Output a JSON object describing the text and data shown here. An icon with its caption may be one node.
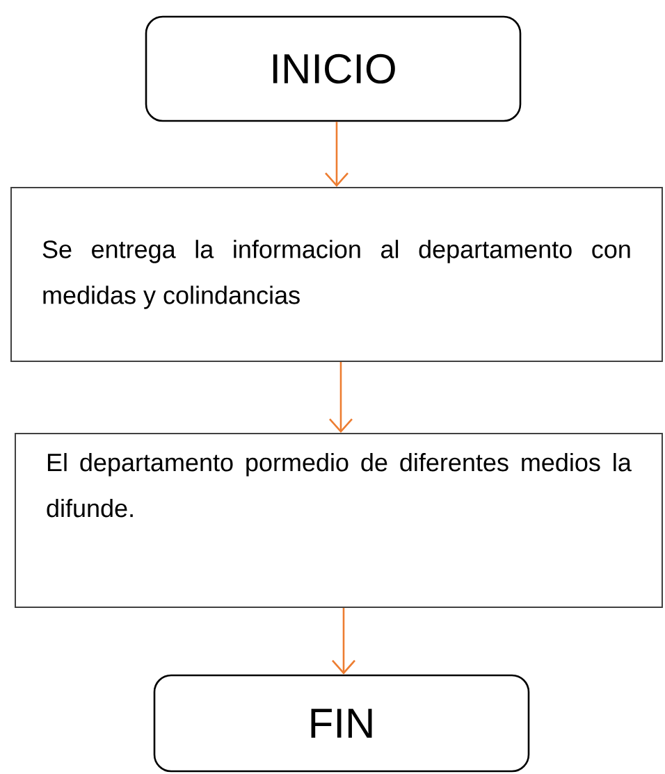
{
  "diagram": {
    "nodes": [
      {
        "text": [
          "INICIO"
        ]
      },
      {
        "text": [
          "Se entrega la informacion al departamento con medidas y colindancias"
        ]
      },
      {
        "text": [
          "El departamento pormedio de diferentes medios la difunde."
        ]
      },
      {
        "text": [
          "FIN"
        ]
      }
    ],
    "edges": [
      {
        "from": 0,
        "to": 1,
        "arrow": "to"
      },
      {
        "from": 1,
        "to": 2,
        "arrow": "to"
      },
      {
        "from": 2,
        "to": 3,
        "arrow": "to"
      }
    ]
  }
}
